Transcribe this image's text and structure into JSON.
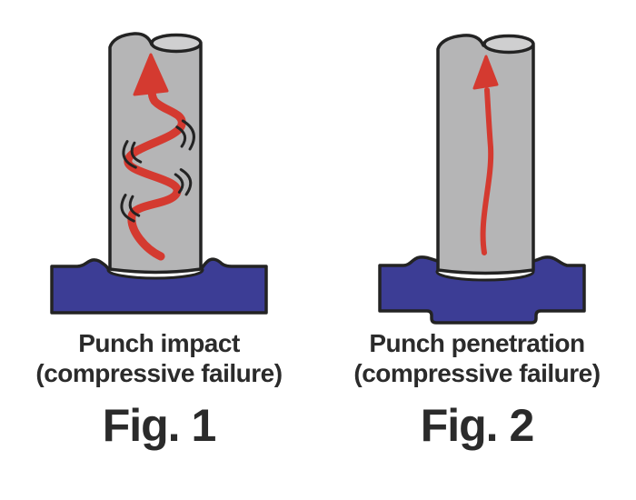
{
  "figures": [
    {
      "caption_line1": "Punch impact",
      "caption_line2": "(compressive failure)",
      "label": "Fig. 1"
    },
    {
      "caption_line1": "Punch penetration",
      "caption_line2": "(compressive failure)",
      "label": "Fig. 2"
    }
  ],
  "colors": {
    "punch_body": "#b5b5b6",
    "punch_top": "#cfcfd0",
    "material_blue": "#3c3d95",
    "arrow_red": "#d43a30",
    "outline_dark": "#232323",
    "crater_white": "#ffffff",
    "text_dark": "#2b2b2b"
  }
}
